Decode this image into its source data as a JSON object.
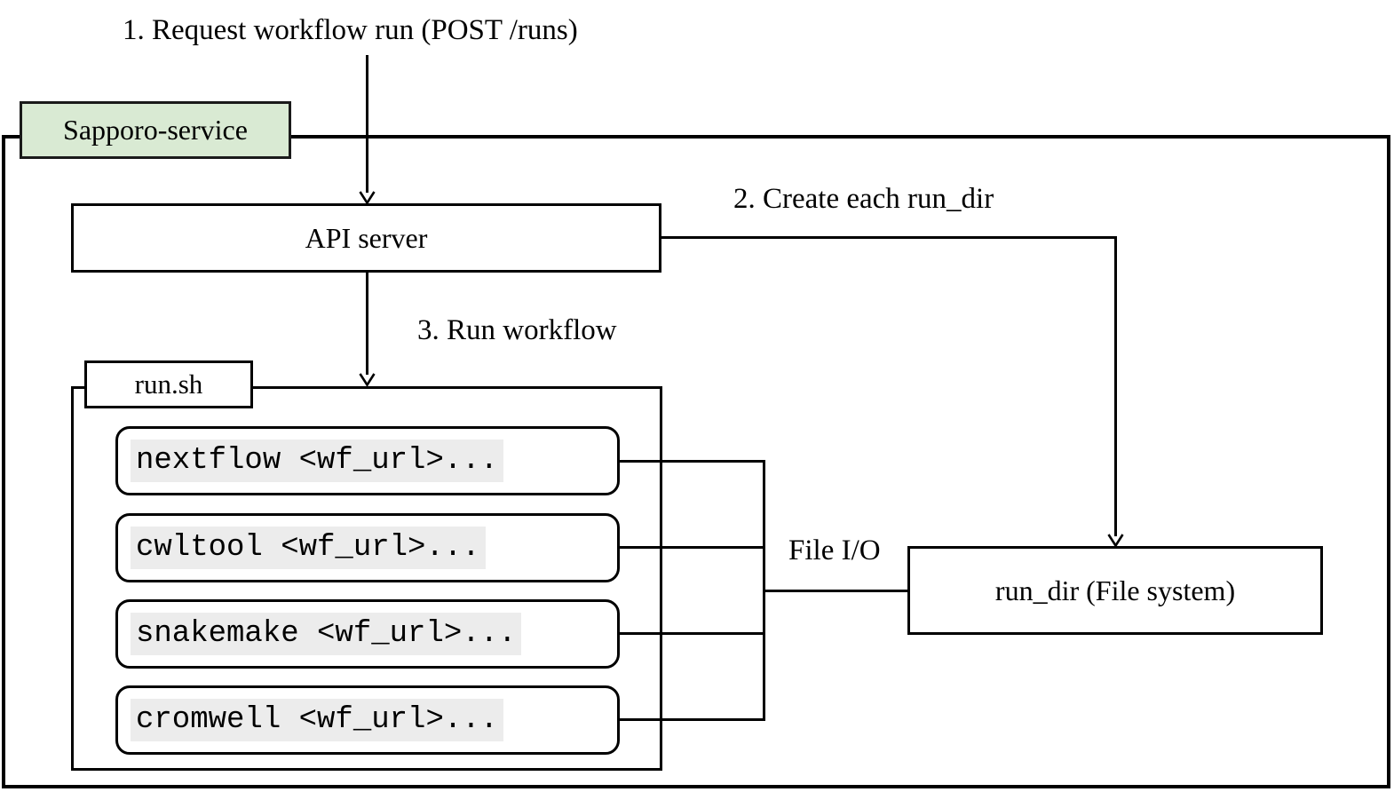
{
  "diagram": {
    "annotations": {
      "step1": "1. Request workflow run (POST /runs)",
      "step2": "2. Create each run_dir",
      "step3": "3. Run workflow",
      "file_io": "File I/O"
    },
    "service_box": {
      "label": "Sapporo-service"
    },
    "api_server": {
      "label": "API server"
    },
    "run_sh": {
      "label": "run.sh"
    },
    "commands": [
      {
        "text": "nextflow <wf_url>..."
      },
      {
        "text": "cwltool <wf_url>..."
      },
      {
        "text": "snakemake <wf_url>..."
      },
      {
        "text": "cromwell <wf_url>..."
      }
    ],
    "run_dir": {
      "label": "run_dir (File system)"
    },
    "colors": {
      "service_fill": "#d9ead3",
      "code_highlight": "#ececec",
      "line": "#000000",
      "background": "#ffffff"
    }
  }
}
